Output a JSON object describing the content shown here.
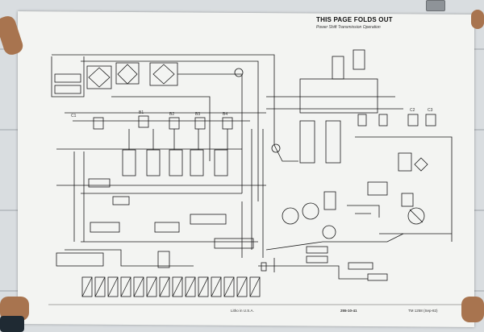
{
  "header": {
    "title": "THIS PAGE FOLDS OUT",
    "subtitle": "Power Shift Transmission Operation"
  },
  "footer": {
    "printed": "Litho in U.S.A.",
    "page": "255-10-41",
    "manual": "TM 1258 (Sep-82)"
  },
  "clutch_labels": [
    "C1",
    "B1",
    "B2",
    "B3",
    "B4"
  ],
  "side_labels": [
    "C2",
    "C3"
  ],
  "colors": {
    "ink": "#1a1a1a",
    "paper": "#f3f4f2",
    "wall": "#d9dde0",
    "skin": "#a8744f"
  }
}
